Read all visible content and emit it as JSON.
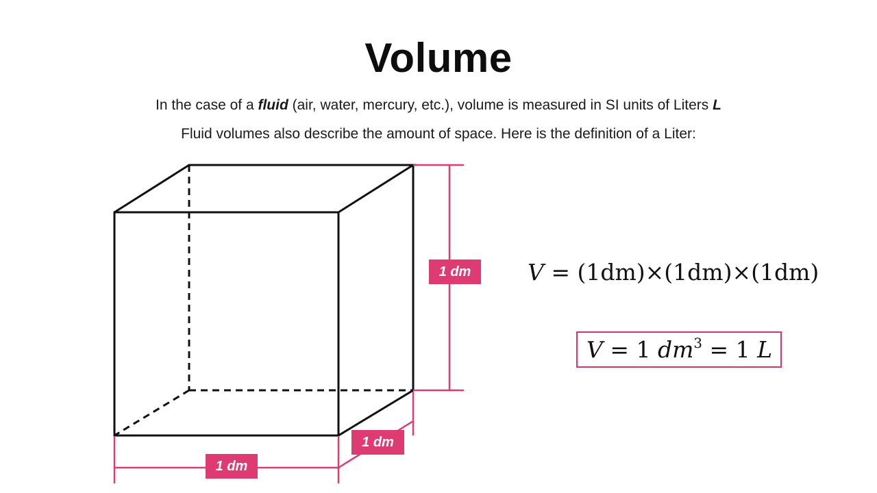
{
  "slide": {
    "title": "Volume",
    "line1": {
      "prefix": "In the case of a ",
      "emphasis": "fluid",
      "middle": " (air, water, mercury, etc.),  volume is measured in SI units of Liters ",
      "unit": "L"
    },
    "line2": "Fluid volumes also describe the amount of space. Here is the definition of a Liter:"
  },
  "diagram": {
    "height_label": "1 dm",
    "depth_label": "1 dm",
    "width_label": "1 dm",
    "accent_color": "#de3b72",
    "edge_color": "#111111"
  },
  "equations": {
    "eq1": {
      "var": "V",
      "rhs": " = (1dm)×(1dm)×(1dm)"
    },
    "eq2": {
      "var": "V",
      "eq": " = 1 ",
      "unit": "dm",
      "exp": "3",
      "rest": " = 1 ",
      "liter": "L"
    }
  }
}
